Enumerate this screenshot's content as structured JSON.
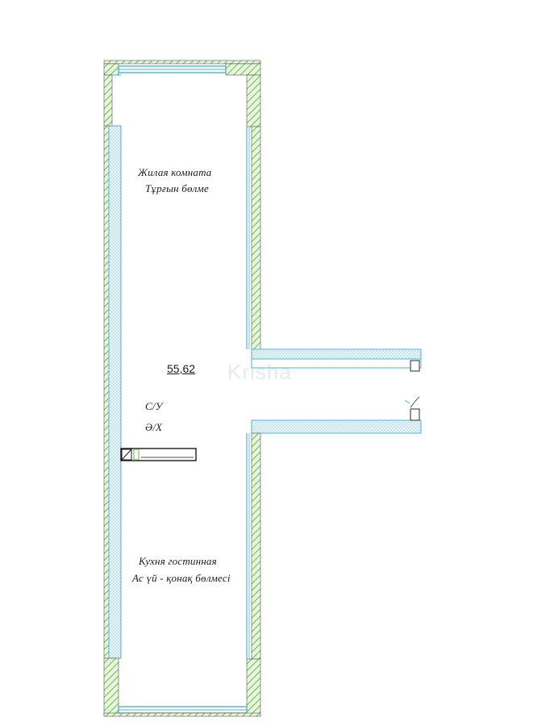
{
  "plan": {
    "rooms": [
      {
        "id": "living",
        "label_ru": "Жилая комната",
        "label_kz": "Тұрғын бөлме"
      },
      {
        "id": "kitchen",
        "label_ru": "Кухня гостинная",
        "label_kz": "Ас үй - қонақ бөлмесі"
      }
    ],
    "area": "55,62",
    "bathroom_ru": "С/У",
    "bathroom_kz": "Ә/Х",
    "watermark": "Krisha"
  },
  "colors": {
    "wall_hatch_green": "#7cbf5a",
    "window_blue": "#4fb3d9",
    "partition_fill": "#dff0f4",
    "line": "#2a2a2a"
  }
}
